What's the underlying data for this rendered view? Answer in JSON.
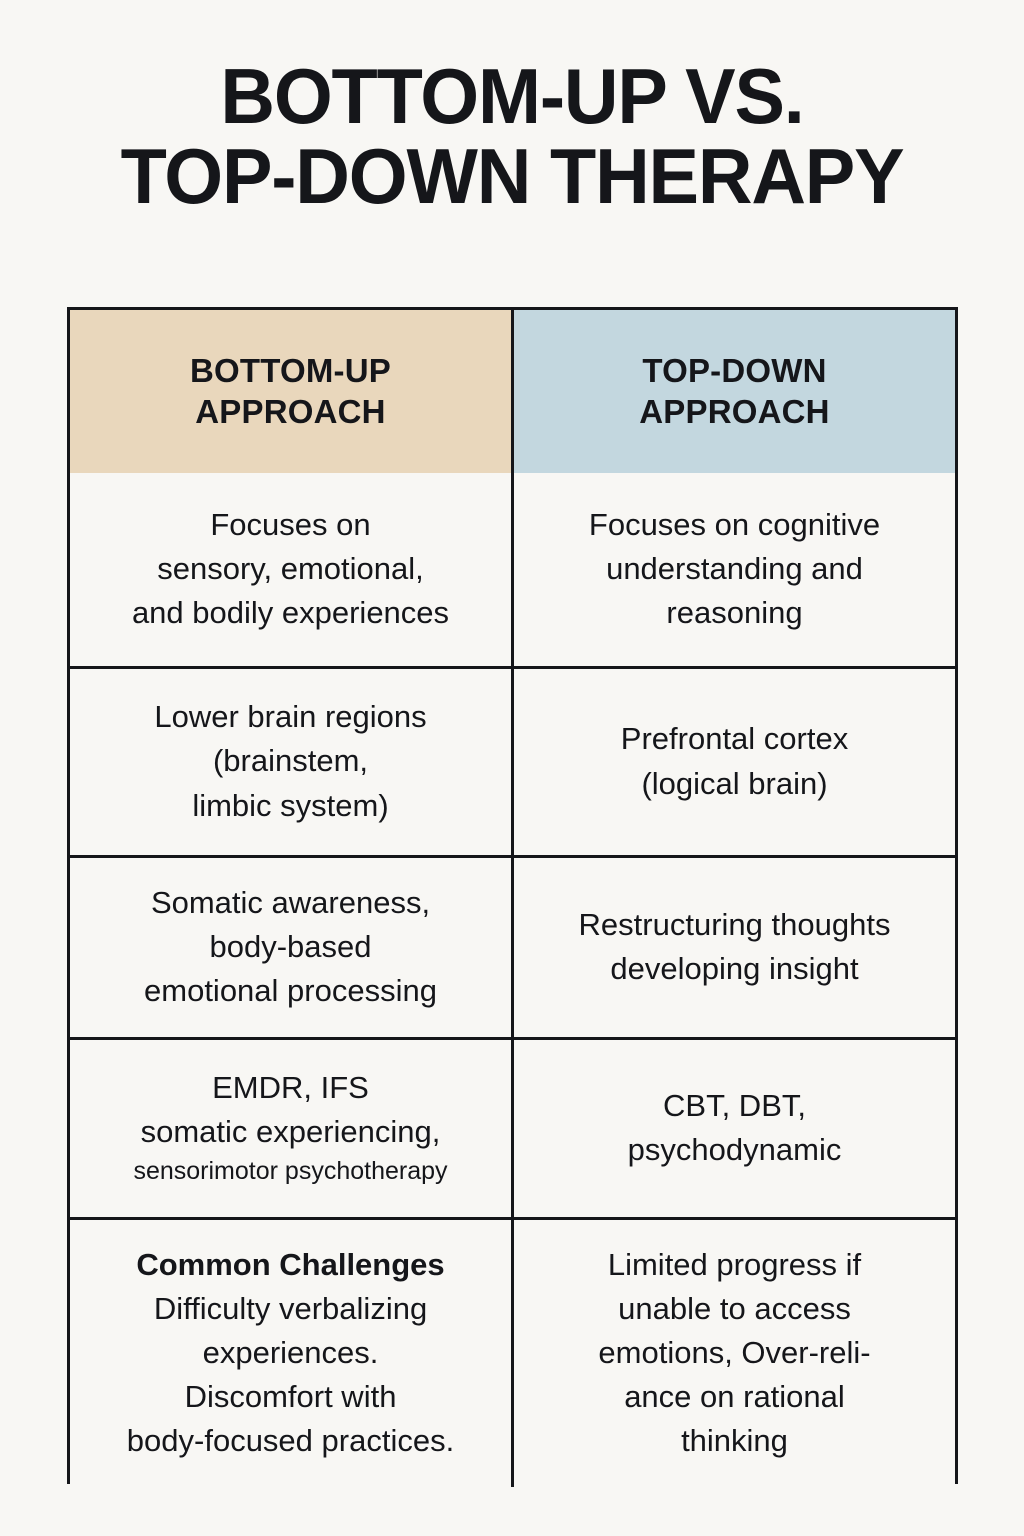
{
  "title": {
    "line1": "BOTTOM-UP VS.",
    "line2": "TOP-DOWN THERAPY",
    "full": "BOTTOM-UP VS. TOP-DOWN THERAPY"
  },
  "colors": {
    "page_background": "#F8F7F4",
    "header_left_background": "#E9D7BC",
    "header_right_background": "#C3D7DF",
    "border": "#15161A",
    "text": "#15161A"
  },
  "table": {
    "headers": [
      {
        "line1": "BOTTOM-UP",
        "line2": "APPROACH"
      },
      {
        "line1": "TOP-DOWN",
        "line2": "APPROACH"
      }
    ],
    "rows": [
      {
        "left": [
          "Focuses on",
          "sensory, emotional,",
          "and bodily experiences"
        ],
        "right": [
          "Focuses on cognitive",
          "understanding and",
          "reasoning"
        ]
      },
      {
        "left": [
          "Lower brain regions",
          "(brainstem,",
          "limbic system)"
        ],
        "right": [
          "Prefrontal cortex",
          "(logical brain)"
        ]
      },
      {
        "left": [
          "Somatic awareness,",
          "body-based",
          "emotional processing"
        ],
        "right": [
          "Restructuring thoughts",
          "developing insight"
        ]
      },
      {
        "left": [
          "EMDR, IFS",
          "somatic experiencing,",
          "sensorimotor psychotherapy"
        ],
        "right": [
          "CBT, DBT,",
          "psychodynamic"
        ]
      },
      {
        "left": [
          "Common Challenges",
          "Difficulty verbalizing",
          "experiences.",
          "Discomfort with",
          "body-focused practices."
        ],
        "right": [
          "Limited progress if",
          "unable to access",
          "emotions, Over-reli-",
          "ance on rational",
          "thinking"
        ]
      }
    ]
  }
}
